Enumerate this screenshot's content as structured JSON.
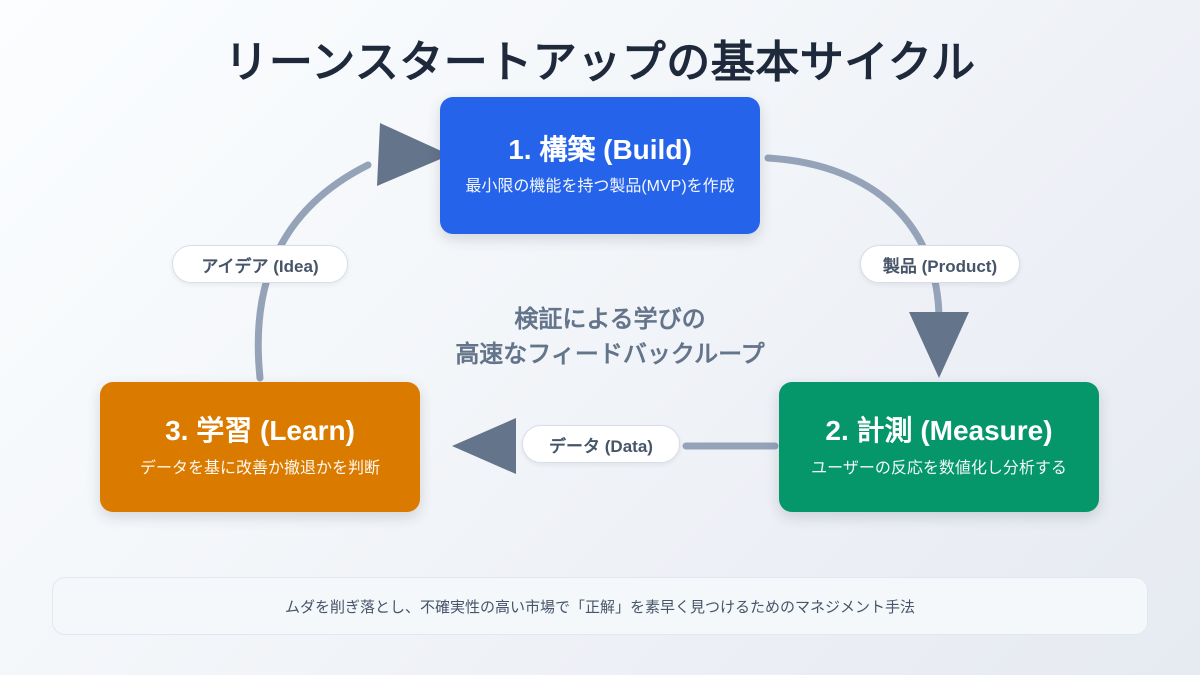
{
  "page": {
    "title": "リーンスタートアップの基本サイクル",
    "background_from": "#fbfdff",
    "background_to": "#e6eaf1"
  },
  "centre": {
    "line1": "検証による学びの",
    "line2": "高速なフィードバックループ"
  },
  "nodes": [
    {
      "id": "build",
      "title": "1. 構築 (Build)",
      "subtitle": "最小限の機能を持つ製品(MVP)を作成",
      "color": "#2563eb"
    },
    {
      "id": "measure",
      "title": "2. 計測 (Measure)",
      "subtitle": "ユーザーの反応を数値化し分析する",
      "color": "#059669"
    },
    {
      "id": "learn",
      "title": "3. 学習 (Learn)",
      "subtitle": "データを基に改善か撤退かを判断",
      "color": "#da7b00"
    }
  ],
  "edges": [
    {
      "id": "idea",
      "label": "アイデア (Idea)",
      "from": "learn",
      "to": "build"
    },
    {
      "id": "product",
      "label": "製品 (Product)",
      "from": "build",
      "to": "measure"
    },
    {
      "id": "data",
      "label": "データ (Data)",
      "from": "measure",
      "to": "learn"
    }
  ],
  "connector": {
    "stroke": "#94a3b8",
    "arrow_fill": "#64748b"
  },
  "footer": {
    "text": "ムダを削ぎ落とし、不確実性の高い市場で「正解」を素早く見つけるためのマネジメント手法"
  }
}
